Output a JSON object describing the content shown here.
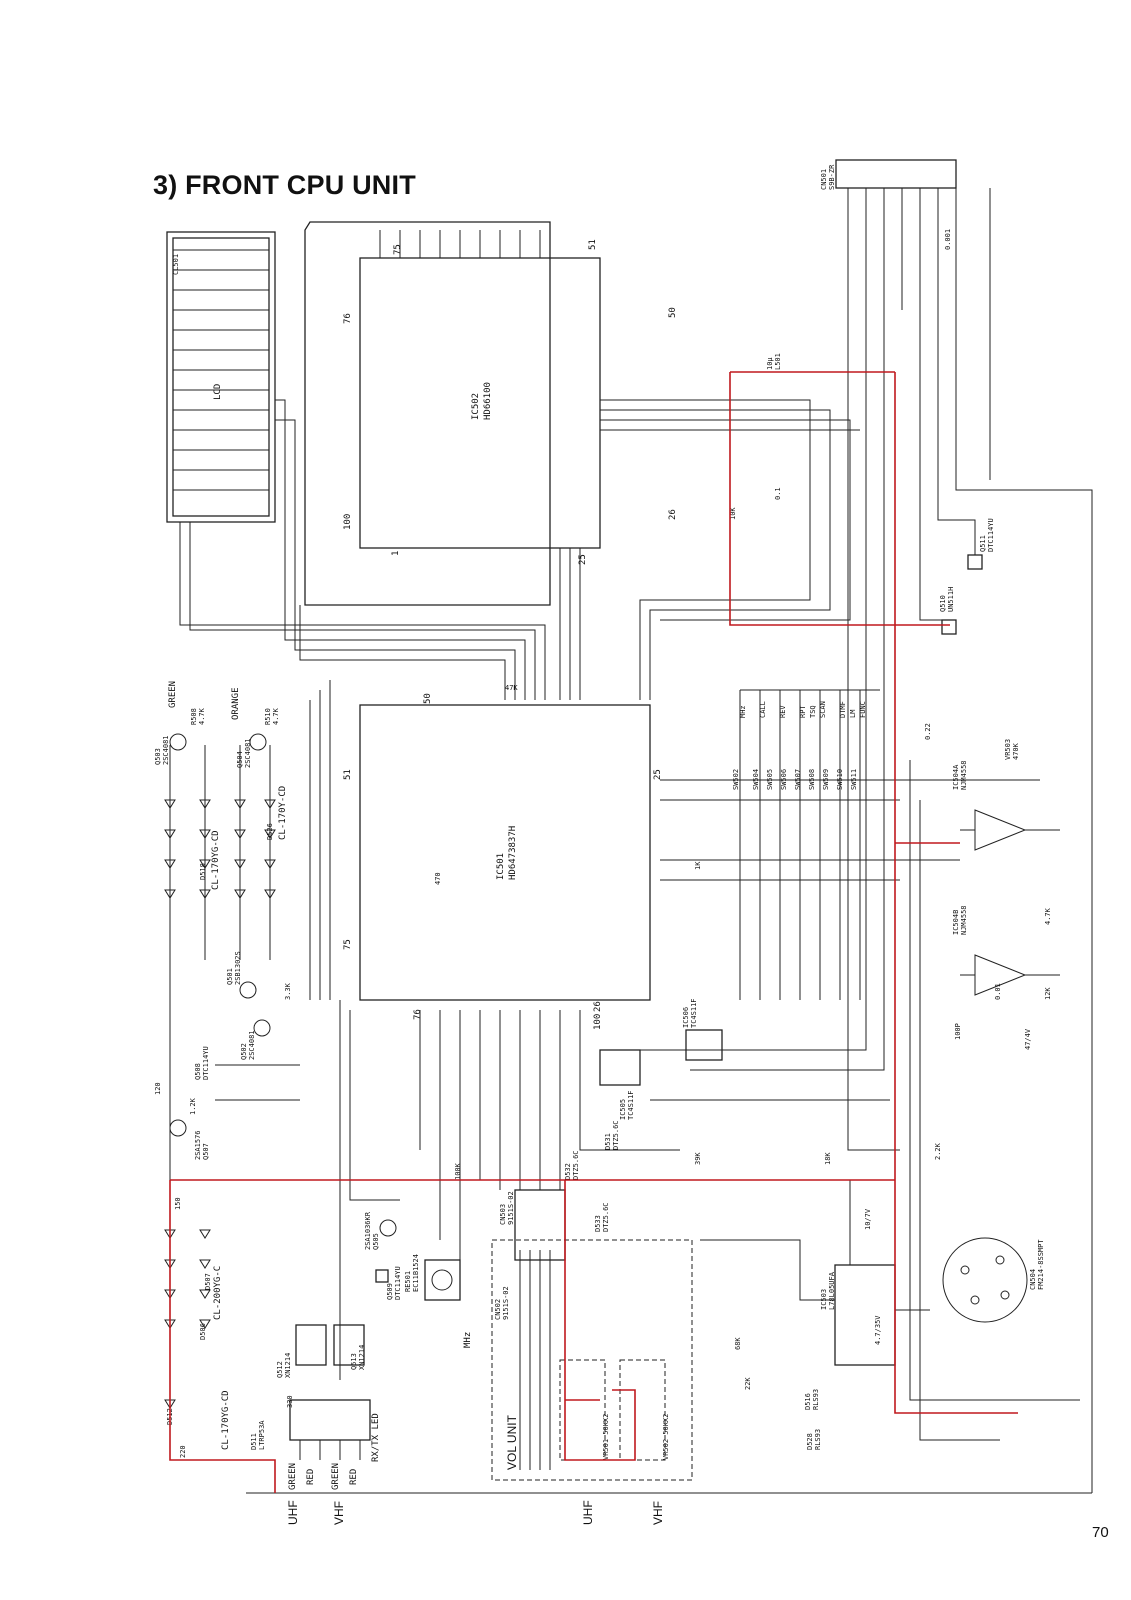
{
  "title": "3) FRONT CPU UNIT",
  "page_number": "70",
  "chips": {
    "lcd": {
      "ref": "CL501",
      "name": "LCD"
    },
    "ic502": {
      "ref": "IC502",
      "part": "HD66100",
      "pins": [
        "75",
        "51",
        "50",
        "26",
        "25",
        "1",
        "76",
        "100"
      ]
    },
    "ic501": {
      "ref": "IC501",
      "part": "HD6473837H",
      "pins": [
        "50",
        "51",
        "25",
        "26",
        "76",
        "100",
        "75"
      ]
    }
  },
  "components_left": [
    {
      "ref": "Q503",
      "part": "2SC4081",
      "color": "GREEN"
    },
    {
      "ref": "Q504",
      "part": "2SC4081",
      "color": "ORANGE"
    },
    {
      "ref": "R508",
      "value": "4.7K"
    },
    {
      "ref": "R510",
      "value": "4.7K"
    },
    {
      "ref": "D518",
      "part": "CL-170YG-CD"
    },
    {
      "ref": "D526",
      "part": "CL-170Y-CD"
    },
    {
      "ref": "Q501",
      "part": "2SB1302S"
    },
    {
      "ref": "Q502",
      "part": "2SC4081"
    },
    {
      "ref": "Q508",
      "part": "DTC114YU"
    },
    {
      "ref": "Q507",
      "part": "2SA1576"
    },
    {
      "ref": "D507",
      "part": "CL-200YG-C"
    },
    {
      "ref": "D506",
      "part": "CL-170YG-CD"
    },
    {
      "ref": "Q512",
      "part": "XN1214"
    },
    {
      "ref": "Q513",
      "part": "XN1214"
    },
    {
      "ref": "D511",
      "part": "LTRP53A"
    },
    {
      "ref": "D512"
    }
  ],
  "led_label": "RX/TX LED",
  "bottom_colors": [
    "GREEN",
    "RED",
    "GREEN",
    "RED"
  ],
  "bottom_bands": [
    "UHF",
    "VHF",
    "UHF",
    "VHF"
  ],
  "vol_unit": {
    "label": "VOL UNIT",
    "vr1": "VR501 50KX2",
    "vr2": "VR502 50KX2"
  },
  "connectors": [
    {
      "ref": "CN501",
      "part": "S9B-ZR"
    },
    {
      "ref": "CN502",
      "part": "9151S-02"
    },
    {
      "ref": "CN503",
      "part": "9151S-02"
    },
    {
      "ref": "CN504",
      "part": "FM214-8SSMPT"
    }
  ],
  "components_right": [
    {
      "ref": "IC503",
      "part": "L78L05UFA"
    },
    {
      "ref": "IC504A",
      "part": "NJM4558"
    },
    {
      "ref": "IC504B",
      "part": "NJM4558"
    },
    {
      "ref": "IC505",
      "part": "TC4S11F"
    },
    {
      "ref": "IC506",
      "part": "TC4S11F"
    },
    {
      "ref": "Q510",
      "part": "UN511H"
    },
    {
      "ref": "Q511",
      "part": "DTC114YU"
    },
    {
      "ref": "Q505",
      "part": "2SA1036KR"
    },
    {
      "ref": "Q509",
      "part": "DTC114YU"
    },
    {
      "ref": "RE501",
      "part": "EC11B1524"
    },
    {
      "ref": "D531",
      "part": "DTZ5.6C"
    },
    {
      "ref": "D532",
      "part": "DTZ5.6C"
    },
    {
      "ref": "D533",
      "part": "DTZ5.6C"
    },
    {
      "ref": "D516",
      "part": "RLS93"
    },
    {
      "ref": "D528",
      "part": "RLS93"
    },
    {
      "ref": "VR503",
      "value": "470K"
    },
    {
      "ref": "L501",
      "value": "10μ"
    }
  ],
  "switches": [
    "SW502",
    "SW504",
    "SW505",
    "SW506",
    "SW507",
    "SW508",
    "SW509",
    "SW510",
    "SW511"
  ],
  "switch_functions": [
    "MHz",
    "CALL",
    "REV",
    "RPT",
    "TSQ",
    "SCAN",
    "DTMF",
    "LM",
    "FUNC"
  ],
  "resistor_values": [
    "4.7K",
    "10K",
    "47K",
    "1K",
    "2.2K",
    "12K",
    "3.3K",
    "39K",
    "18K",
    "22K",
    "68K",
    "100K",
    "330",
    "220",
    "1.2K",
    "150",
    "470",
    "120"
  ],
  "cap_values": [
    "0.001",
    "0.01",
    "0.1",
    "0.22",
    "10/7V",
    "4.7/35V",
    "100P",
    "47/4V"
  ],
  "edge_labels": [
    "MHz",
    "UHF",
    "VHF"
  ]
}
